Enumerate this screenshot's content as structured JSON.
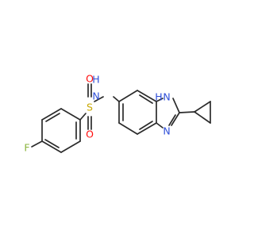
{
  "molecule": {
    "atoms": {
      "fluorine": "F",
      "sulfur": "S",
      "oxygen_top": "O",
      "oxygen_bottom": "O",
      "amide_nitrogen": "N",
      "amide_hydrogen": "H",
      "imidazole_nh_nitrogen": "N",
      "imidazole_nh_hydrogen": "H",
      "imidazole_nitrogen": "N"
    },
    "colors": {
      "bond": "#2b2b2b",
      "fluorine": "#8ab43c",
      "sulfur": "#c8a800",
      "oxygen": "#ff0d0d",
      "nitrogen": "#2f4fd8"
    }
  }
}
